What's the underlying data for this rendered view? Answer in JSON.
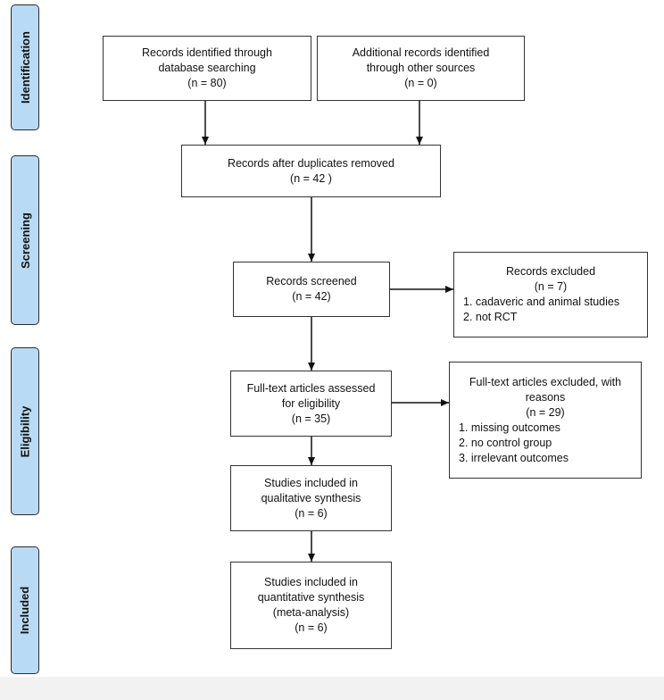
{
  "phases": {
    "identification": "Identification",
    "screening": "Screening",
    "eligibility": "Eligibility",
    "included": "Included"
  },
  "boxes": {
    "db_search": {
      "line1": "Records identified through",
      "line2": "database searching",
      "count": "(n = 80)"
    },
    "other_sources": {
      "line1": "Additional records identified",
      "line2": "through other sources",
      "count": "(n = 0)"
    },
    "dup_removed": {
      "line1": "Records after duplicates removed",
      "count": "(n = 42 )"
    },
    "screened": {
      "line1": "Records screened",
      "count": "(n = 42)"
    },
    "excluded": {
      "line1": "Records excluded",
      "count": "(n = 7)",
      "items": [
        "1.   cadaveric and animal studies",
        "2.   not RCT"
      ]
    },
    "fulltext": {
      "line1": "Full-text articles assessed",
      "line2": "for eligibility",
      "count": "(n = 35)"
    },
    "fulltext_excluded": {
      "line1": "Full-text articles excluded, with",
      "line2": "reasons",
      "count": "(n = 29)",
      "items": [
        "1.   missing outcomes",
        "2.   no control group",
        "3.   irrelevant outcomes"
      ]
    },
    "qualitative": {
      "line1": "Studies included in",
      "line2": "qualitative synthesis",
      "count": "(n = 6)"
    },
    "quantitative": {
      "line1": "Studies included in",
      "line2": "quantitative synthesis",
      "line3": "(meta-analysis)",
      "count": "(n = 6)"
    }
  }
}
